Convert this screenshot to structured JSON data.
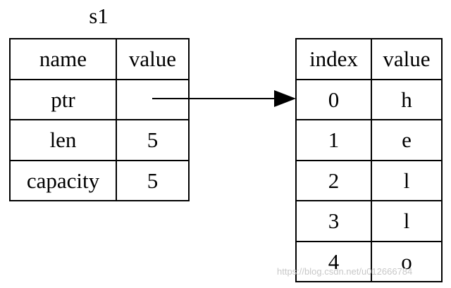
{
  "left_struct": {
    "title": "s1",
    "header": [
      "name",
      "value"
    ],
    "rows": [
      [
        "ptr",
        ""
      ],
      [
        "len",
        "5"
      ],
      [
        "capacity",
        "5"
      ]
    ]
  },
  "right_table": {
    "header": [
      "index",
      "value"
    ],
    "rows": [
      [
        "0",
        "h"
      ],
      [
        "1",
        "e"
      ],
      [
        "2",
        "l"
      ],
      [
        "3",
        "l"
      ],
      [
        "4",
        "o"
      ]
    ]
  },
  "watermark": "https://blog.csdn.net/u012666784",
  "colors": {
    "stroke": "#000000",
    "background": "#ffffff",
    "watermark": "#c8c8c8"
  }
}
